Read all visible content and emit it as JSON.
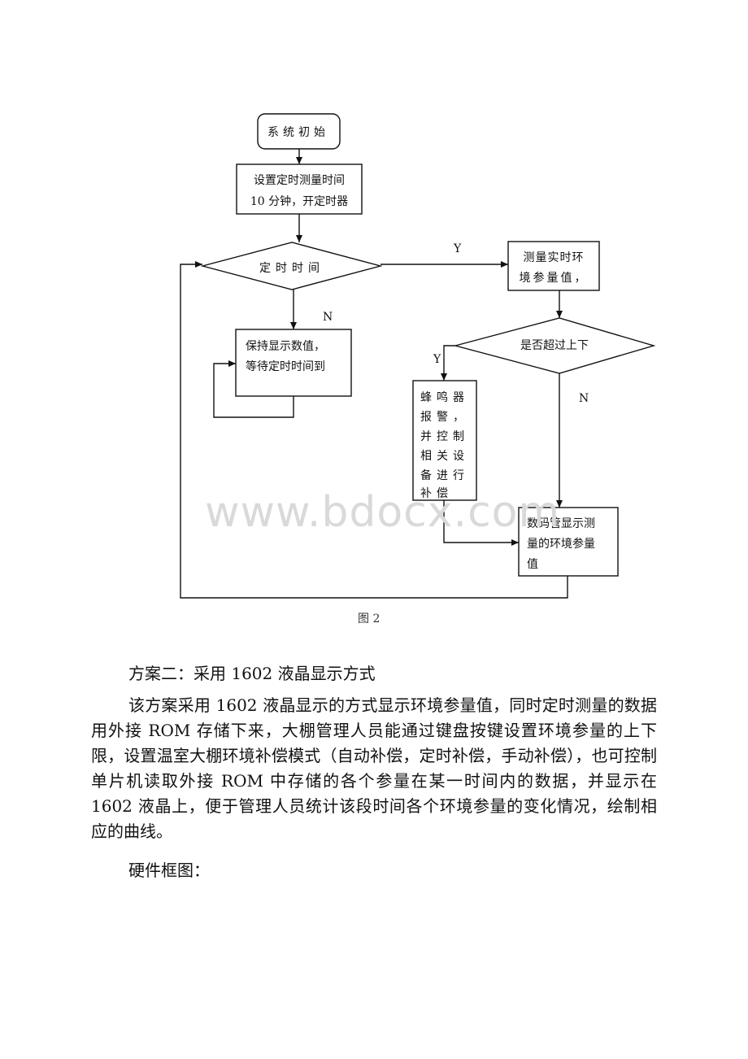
{
  "flowchart": {
    "start": "系统初始",
    "set_timer": [
      "设置定时测量时间",
      "10 分钟，开定时器"
    ],
    "decision_timer": "定时时间",
    "keep_display": [
      "保持显示数值，",
      "等待定时时间到"
    ],
    "measure": [
      "测量实时环",
      "境参量值，"
    ],
    "decision_limit": "是否超过上下",
    "alarm": [
      "蜂鸣器",
      "报警，",
      "并控制",
      "相关设",
      "备进行",
      "补偿"
    ],
    "display": [
      "数码管显示测",
      "量的环境参量",
      "值"
    ],
    "yes_label": "Y",
    "no_label": "N"
  },
  "watermark": "www.bdocx.com",
  "caption": "图 2",
  "heading": "方案二：采用 1602 液晶显示方式",
  "paragraph": "该方案采用 1602 液晶显示的方式显示环境参量值，同时定时测量的数据用外接 ROM 存储下来，大棚管理人员能通过键盘按键设置环境参量的上下限，设置温室大棚环境补偿模式（自动补偿，定时补偿，手动补偿），也可控制单片机读取外接 ROM 中存储的各个参量在某一时间内的数据，并显示在 1602 液晶上，便于管理人员统计该段时间各个环境参量的变化情况，绘制相应的曲线。",
  "subheading": "硬件框图："
}
